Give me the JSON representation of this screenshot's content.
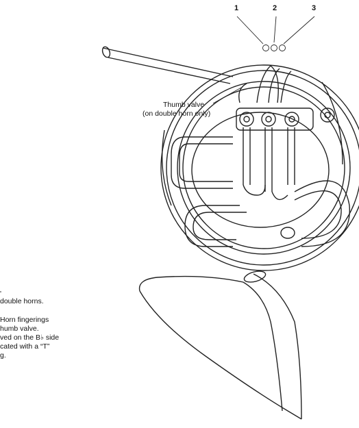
{
  "valve_numbers": [
    "1",
    "2",
    "3"
  ],
  "thumb_callout": {
    "line1": "Thumb valve",
    "line2": "(on double horn only)"
  },
  "side_notes": {
    "top_fragment": "'",
    "line1": "double horns.",
    "line2": "Horn fingerings",
    "line3": "humb valve.",
    "line4": "ved on the B♭ side",
    "line5": "cated with a “T”",
    "line6": "g."
  }
}
